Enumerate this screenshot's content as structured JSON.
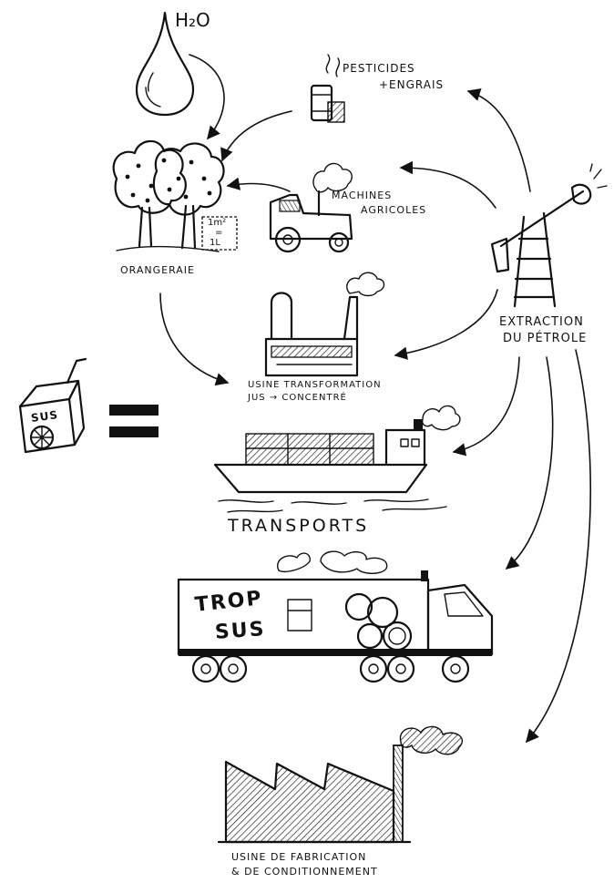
{
  "labels": {
    "water": "H₂O",
    "pesticides_line1": "Pesticides",
    "pesticides_line2": "+engrais",
    "machines_line1": "Machines",
    "machines_line2": "agricoles",
    "orchard": "Orangeraie",
    "orchard_ratio_top": "1m²",
    "orchard_ratio_mid": "=",
    "orchard_ratio_bottom": "1L",
    "oil_line1": "Extraction",
    "oil_line2": "du pétrole",
    "plant_line1": "Usine transformation",
    "plant_line2": "jus → concentré",
    "juice_box": "SUS",
    "transports": "TRANSPORTS",
    "truck_line1": "TROP",
    "truck_line2": "SUS",
    "factory_line1": "Usine de fabrication",
    "factory_line2": "& de conditionnement"
  },
  "colors": {
    "ink": "#111111",
    "paper": "#ffffff"
  }
}
